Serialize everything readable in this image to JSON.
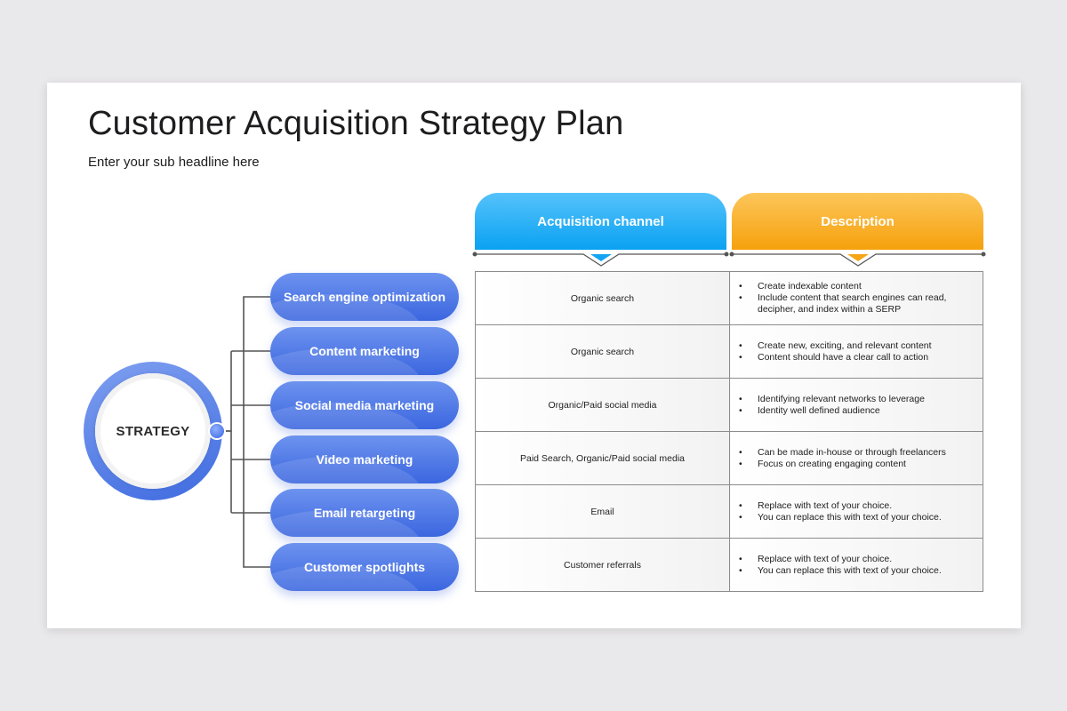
{
  "title": "Customer Acquisition Strategy Plan",
  "subtitle": "Enter your sub headline here",
  "strategy": {
    "label": "STRATEGY"
  },
  "pills": [
    "Search engine optimization",
    "Content marketing",
    "Social media marketing",
    "Video marketing",
    "Email retargeting",
    "Customer spotlights"
  ],
  "table": {
    "headers": {
      "channel": "Acquisition channel",
      "description": "Description"
    },
    "rows": [
      {
        "channel": "Organic search",
        "bullets": [
          "Create indexable content",
          "Include content that search engines can read, decipher, and index within a SERP"
        ]
      },
      {
        "channel": "Organic search",
        "bullets": [
          "Create new, exciting, and relevant content",
          "Content should have a clear call to action"
        ]
      },
      {
        "channel": "Organic/Paid social media",
        "bullets": [
          "Identifying relevant networks to leverage",
          "Identity well defined audience"
        ]
      },
      {
        "channel": "Paid Search, Organic/Paid social media",
        "bullets": [
          "Can be made in-house or through freelancers",
          "Focus on creating engaging content"
        ]
      },
      {
        "channel": "Email",
        "bullets": [
          "Replace with text of your choice.",
          "You can replace this with text of your choice."
        ]
      },
      {
        "channel": "Customer referrals",
        "bullets": [
          "Replace with text of your choice.",
          "You can replace this with text of your choice."
        ]
      }
    ]
  },
  "colors": {
    "pill": "#4a73e3",
    "channel_header": "#16a8f4",
    "description_header": "#f8aa1f",
    "connector": "#555555"
  }
}
